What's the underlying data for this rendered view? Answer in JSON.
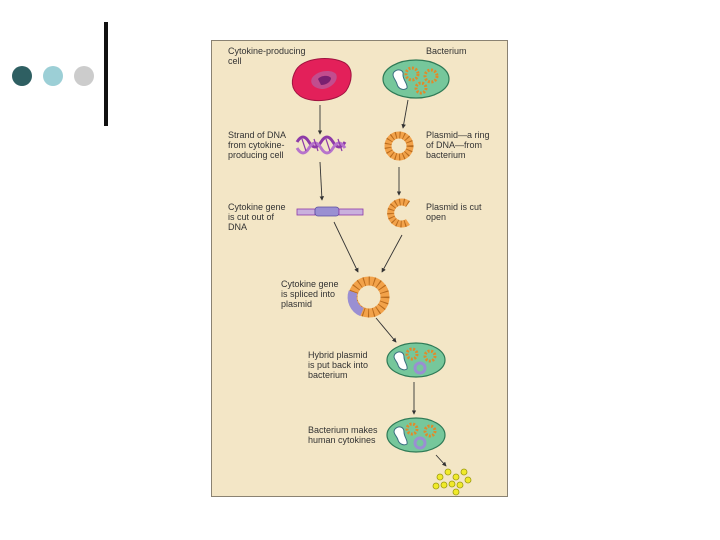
{
  "slide": {
    "bullet_dots": [
      {
        "name": "dot-dark-teal",
        "color": "#2e5f62"
      },
      {
        "name": "dot-light-teal",
        "color": "#9ccfd6"
      },
      {
        "name": "dot-gray",
        "color": "#cccccc"
      }
    ]
  },
  "diagram": {
    "labels": {
      "cytokine_producing_cell": "Cytokine-producing\ncell",
      "bacterium": "Bacterium",
      "strand_of_dna": "Strand of DNA\nfrom cytokine-\nproducing cell",
      "plasmid_ring": "Plasmid—a ring\nof DNA—from\nbacterium",
      "gene_cut_out": "Cytokine gene\nis cut out of\nDNA",
      "plasmid_cut_open": "Plasmid is cut\nopen",
      "gene_spliced": "Cytokine gene\nis spliced into\nplasmid",
      "hybrid_plasmid": "Hybrid plasmid\nis put back into\nbacterium",
      "bacterium_makes": "Bacterium makes\nhuman cytokines"
    },
    "colors": {
      "panel_bg": "#f3e6c6",
      "cell": "#e3205a",
      "bacterium": "#76c79b",
      "plasmid": "#f2a24a",
      "dna_strand": "#8e3aa8",
      "gene": "#9a8fd2",
      "cytokines": "#e6e000"
    }
  }
}
